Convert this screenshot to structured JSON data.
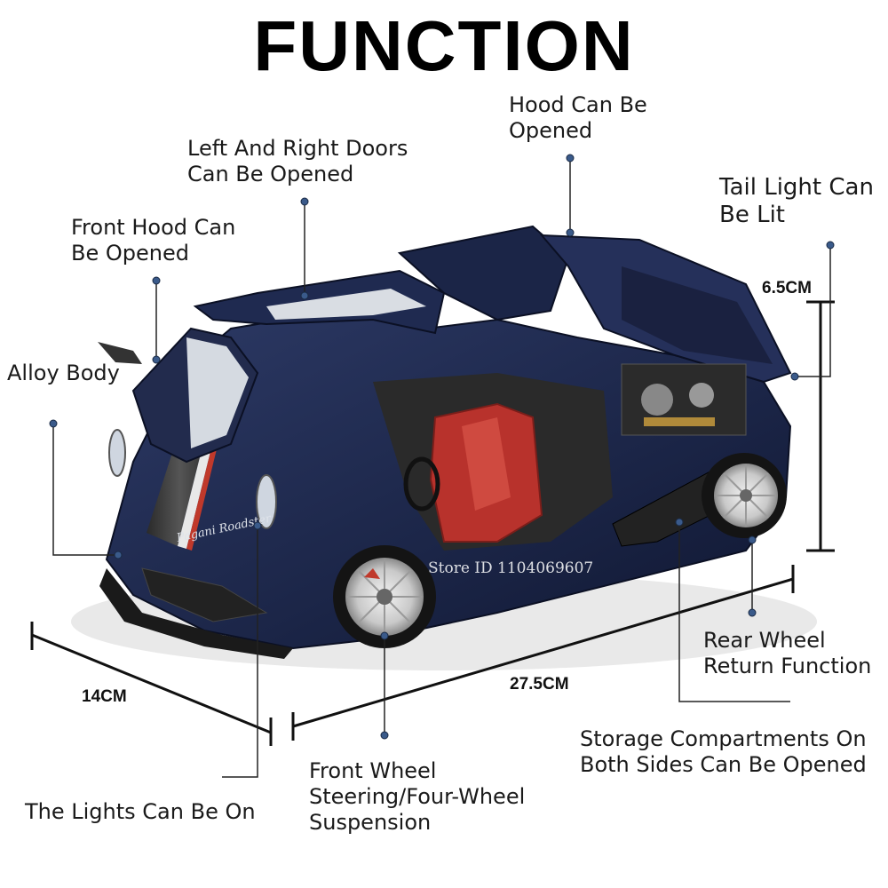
{
  "title": "FUNCTION",
  "labels": {
    "hood": "Hood Can Be\nOpened",
    "doors": "Left And Right Doors\nCan Be Opened",
    "tail_light": "Tail Light Can\nBe Lit",
    "front_hood": "Front Hood Can\nBe Opened",
    "alloy": "Alloy Body",
    "rear_wheel": "Rear Wheel\nReturn Function",
    "storage": "Storage Compartments On\nBoth Sides Can Be Opened",
    "front_wheel": "Front Wheel\nSteering/Four-Wheel\nSuspension",
    "lights": "The Lights Can Be On"
  },
  "dimensions": {
    "height": "6.5CM",
    "width": "14CM",
    "length": "27.5CM"
  },
  "watermark": "Store ID 1104069607",
  "colors": {
    "body": "#1b2547",
    "interior": "#b8322c",
    "leader": "#222222",
    "dot": "#3a5a8a"
  }
}
